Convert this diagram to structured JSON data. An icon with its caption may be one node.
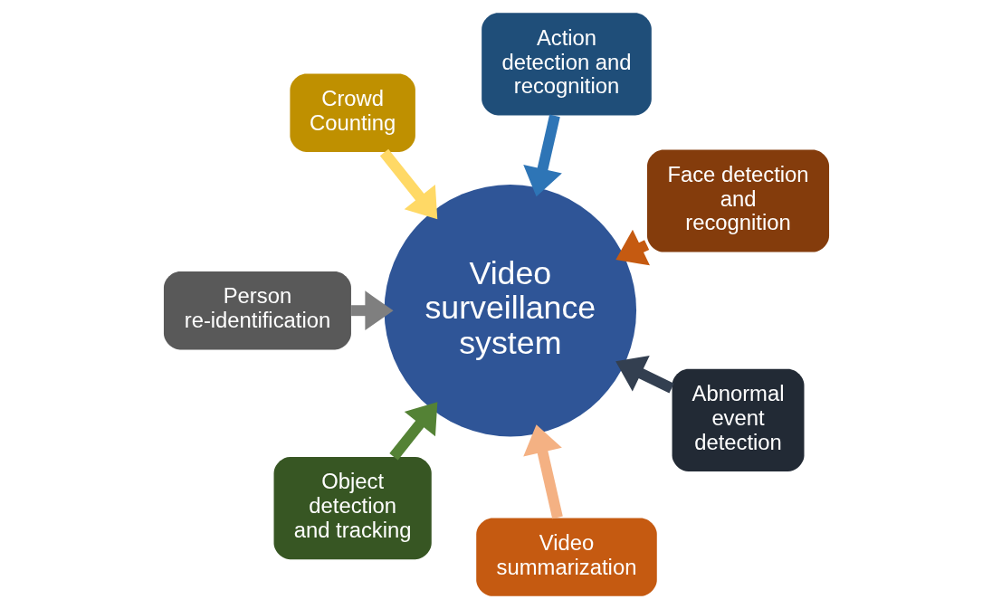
{
  "diagram": {
    "nodes": [
      {
        "text": [
          "Face detection and recognition"
        ]
      },
      {
        "text": [
          "Action detection and recognition"
        ]
      },
      {
        "text": [
          "Crowd Counting"
        ]
      },
      {
        "text": [
          "Person re-identification"
        ]
      },
      {
        "text": [
          "Object detection and tracking"
        ]
      },
      {
        "text": [
          "Video summarization"
        ]
      },
      {
        "text": [
          "Abnormal event detection"
        ]
      },
      {
        "text": [
          "Video surveillance system"
        ]
      }
    ],
    "edges": [
      {
        "from": 0,
        "to": 7,
        "arrow": "to",
        "color": "#c55a11"
      },
      {
        "from": 1,
        "to": 7,
        "arrow": "to",
        "color": "#2e75b6"
      },
      {
        "from": 2,
        "to": 7,
        "arrow": "to",
        "color": "#ffd966"
      },
      {
        "from": 3,
        "to": 7,
        "arrow": "to",
        "color": "#7f7f7f"
      },
      {
        "from": 4,
        "to": 7,
        "arrow": "to",
        "color": "#548235"
      },
      {
        "from": 5,
        "to": 7,
        "arrow": "to",
        "color": "#f4b183"
      },
      {
        "from": 6,
        "to": 7,
        "arrow": "to",
        "color": "#333f50"
      }
    ]
  }
}
